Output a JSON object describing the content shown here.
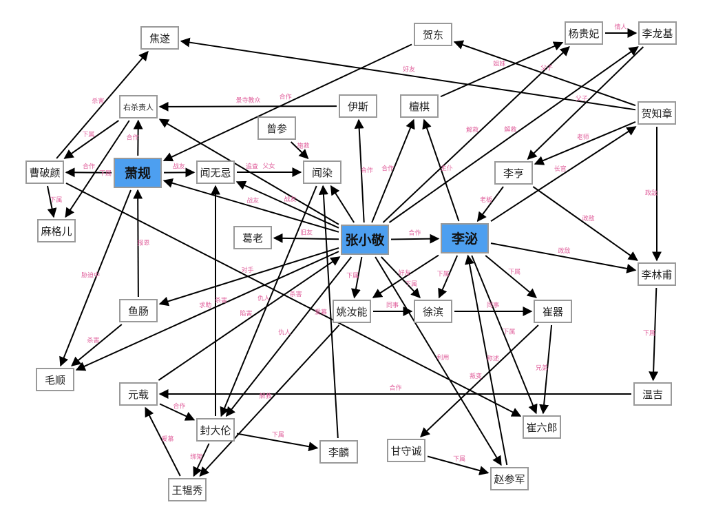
{
  "title": "长安十二时辰人物关系图",
  "colors": {
    "highlight": "#4d9ff0",
    "label": "#e0609c",
    "border": "#999999",
    "edge": "#000000"
  },
  "nodes": [
    {
      "id": "jiaosui",
      "name": "焦遂"
    },
    {
      "id": "hedong",
      "name": "贺东"
    },
    {
      "id": "yangguifei",
      "name": "杨贵妃"
    },
    {
      "id": "lilongji",
      "name": "李龙基"
    },
    {
      "id": "yousha",
      "name": "右杀责人"
    },
    {
      "id": "yisi",
      "name": "伊斯"
    },
    {
      "id": "tanqi",
      "name": "檀棋"
    },
    {
      "id": "hezhizhang",
      "name": "贺知章"
    },
    {
      "id": "zengshen",
      "name": "曾参"
    },
    {
      "id": "caopoyan",
      "name": "曹破颜"
    },
    {
      "id": "xiaogui",
      "name": "萧规",
      "highlight": true
    },
    {
      "id": "wenwuji",
      "name": "闻无忌"
    },
    {
      "id": "wenran",
      "name": "闻染"
    },
    {
      "id": "liheng",
      "name": "李亨"
    },
    {
      "id": "mageer",
      "name": "麻格儿"
    },
    {
      "id": "gelao",
      "name": "葛老"
    },
    {
      "id": "zhangxiaojing",
      "name": "张小敬",
      "highlight": true
    },
    {
      "id": "libi",
      "name": "李泌",
      "highlight": true
    },
    {
      "id": "lilinfu",
      "name": "李林甫"
    },
    {
      "id": "yuchang",
      "name": "鱼肠"
    },
    {
      "id": "yaoruneng",
      "name": "姚汝能"
    },
    {
      "id": "xubin",
      "name": "徐滨"
    },
    {
      "id": "cuiqi",
      "name": "崔器"
    },
    {
      "id": "maoshun",
      "name": "毛顺"
    },
    {
      "id": "yuanzai",
      "name": "元载"
    },
    {
      "id": "wenji",
      "name": "温吉"
    },
    {
      "id": "fengdalun",
      "name": "封大伦"
    },
    {
      "id": "cuiliulang",
      "name": "崔六郎"
    },
    {
      "id": "ganshoucheng",
      "name": "甘守诚"
    },
    {
      "id": "lilin",
      "name": "李麟"
    },
    {
      "id": "wangyunxiu",
      "name": "王韫秀"
    },
    {
      "id": "zhaocanjun",
      "name": "赵参军"
    }
  ],
  "edges": [
    {
      "from": "xiaogui",
      "to": "caopoyan",
      "label": "合作"
    },
    {
      "from": "xiaogui",
      "to": "wenwuji",
      "label": "战友"
    },
    {
      "from": "xiaogui",
      "to": "yousha",
      "label": "合作"
    },
    {
      "from": "caopoyan",
      "to": "jiaosui",
      "label": "杀害"
    },
    {
      "from": "yousha",
      "to": "caopoyan",
      "label": "下属"
    },
    {
      "from": "yousha",
      "to": "mageer",
      "label": "下属"
    },
    {
      "from": "caopoyan",
      "to": "mageer",
      "label": "下属"
    },
    {
      "from": "wenwuji",
      "to": "wenran",
      "label": "父女"
    },
    {
      "from": "zengshen",
      "to": "wenran",
      "label": "施救"
    },
    {
      "from": "yisi",
      "to": "yousha",
      "label": "景寺教众"
    },
    {
      "from": "hedong",
      "to": "xiaogui",
      "label": "合作"
    },
    {
      "from": "hezhizhang",
      "to": "jiaosui",
      "label": "好友"
    },
    {
      "from": "zhangxiaojing",
      "to": "yousha",
      "label": "追查"
    },
    {
      "from": "zhangxiaojing",
      "to": "wenwuji",
      "label": "战友"
    },
    {
      "from": "zhangxiaojing",
      "to": "xiaogui",
      "label": "战友"
    },
    {
      "from": "zhangxiaojing",
      "to": "wenran",
      "label": ""
    },
    {
      "from": "zhangxiaojing",
      "to": "yisi",
      "label": "合作"
    },
    {
      "from": "zhangxiaojing",
      "to": "tanqi",
      "label": "合作"
    },
    {
      "from": "zhangxiaojing",
      "to": "gelao",
      "label": "旧友"
    },
    {
      "from": "zhangxiaojing",
      "to": "libi",
      "label": "合作"
    },
    {
      "from": "zhangxiaojing",
      "to": "yangguifei",
      "label": "解救"
    },
    {
      "from": "zhangxiaojing",
      "to": "lilongji",
      "label": "解救"
    },
    {
      "from": "tanqi",
      "to": "yangguifei",
      "label": "姐妹"
    },
    {
      "from": "yangguifei",
      "to": "lilongji",
      "label": "情人"
    },
    {
      "from": "hezhizhang",
      "to": "hedong",
      "label": "父子"
    },
    {
      "from": "lilongji",
      "to": "liheng",
      "label": "父子"
    },
    {
      "from": "hezhizhang",
      "to": "liheng",
      "label": "老师"
    },
    {
      "from": "libi",
      "to": "hezhizhang",
      "label": "长官"
    },
    {
      "from": "liheng",
      "to": "libi",
      "label": "老板"
    },
    {
      "from": "libi",
      "to": "tanqi",
      "label": "主仆"
    },
    {
      "from": "liheng",
      "to": "lilinfu",
      "label": "政敌"
    },
    {
      "from": "libi",
      "to": "lilinfu",
      "label": "政敌"
    },
    {
      "from": "hezhizhang",
      "to": "lilinfu",
      "label": "政敌"
    },
    {
      "from": "lilinfu",
      "to": "wenji",
      "label": "下属"
    },
    {
      "from": "wenji",
      "to": "yuanzai",
      "label": "合作"
    },
    {
      "from": "zhangxiaojing",
      "to": "yuchang",
      "label": "对手"
    },
    {
      "from": "yuchang",
      "to": "xiaogui",
      "label": "报恩"
    },
    {
      "from": "xiaogui",
      "to": "maoshun",
      "label": "胁迫中"
    },
    {
      "from": "yuchang",
      "to": "maoshun",
      "label": "杀害"
    },
    {
      "from": "zhangxiaojing",
      "to": "maoshun",
      "label": "求助"
    },
    {
      "from": "yuanzai",
      "to": "zhangxiaojing",
      "label": "陷害"
    },
    {
      "from": "fengdalun",
      "to": "wenwuji",
      "label": "杀害"
    },
    {
      "from": "wenran",
      "to": "fengdalun",
      "label": "仇人"
    },
    {
      "from": "zhangxiaojing",
      "to": "fengdalun",
      "label": "仇人"
    },
    {
      "from": "yuanzai",
      "to": "fengdalun",
      "label": "合作"
    },
    {
      "from": "fengdalun",
      "to": "lilin",
      "label": "下属"
    },
    {
      "from": "fengdalun",
      "to": "wangyunxiu",
      "label": "绑架"
    },
    {
      "from": "wangyunxiu",
      "to": "yuanzai",
      "label": "爱慕"
    },
    {
      "from": "yaoruneng",
      "to": "wangyunxiu",
      "label": "解救"
    },
    {
      "from": "lilin",
      "to": "wenran",
      "label": "爱慕"
    },
    {
      "from": "caopoyan",
      "to": "cuiliulang",
      "label": "杀害"
    },
    {
      "from": "zhangxiaojing",
      "to": "yaoruneng",
      "label": "下属"
    },
    {
      "from": "zhangxiaojing",
      "to": "xubin",
      "label": "好友"
    },
    {
      "from": "libi",
      "to": "yaoruneng",
      "label": "下属"
    },
    {
      "from": "libi",
      "to": "xubin",
      "label": "下属"
    },
    {
      "from": "yaoruneng",
      "to": "xubin",
      "label": "同事"
    },
    {
      "from": "xubin",
      "to": "cuiqi",
      "label": "同事"
    },
    {
      "from": "libi",
      "to": "cuiqi",
      "label": "下属"
    },
    {
      "from": "libi",
      "to": "cuiliulang",
      "label": "下属"
    },
    {
      "from": "cuiqi",
      "to": "cuiliulang",
      "label": "兄弟"
    },
    {
      "from": "cuiqi",
      "to": "ganshoucheng",
      "label": "叛变"
    },
    {
      "from": "zhangxiaojing",
      "to": "zhaocanjun",
      "label": "利用"
    },
    {
      "from": "ganshoucheng",
      "to": "zhaocanjun",
      "label": "下属"
    },
    {
      "from": "zhaocanjun",
      "to": "libi",
      "label": "称述"
    }
  ]
}
